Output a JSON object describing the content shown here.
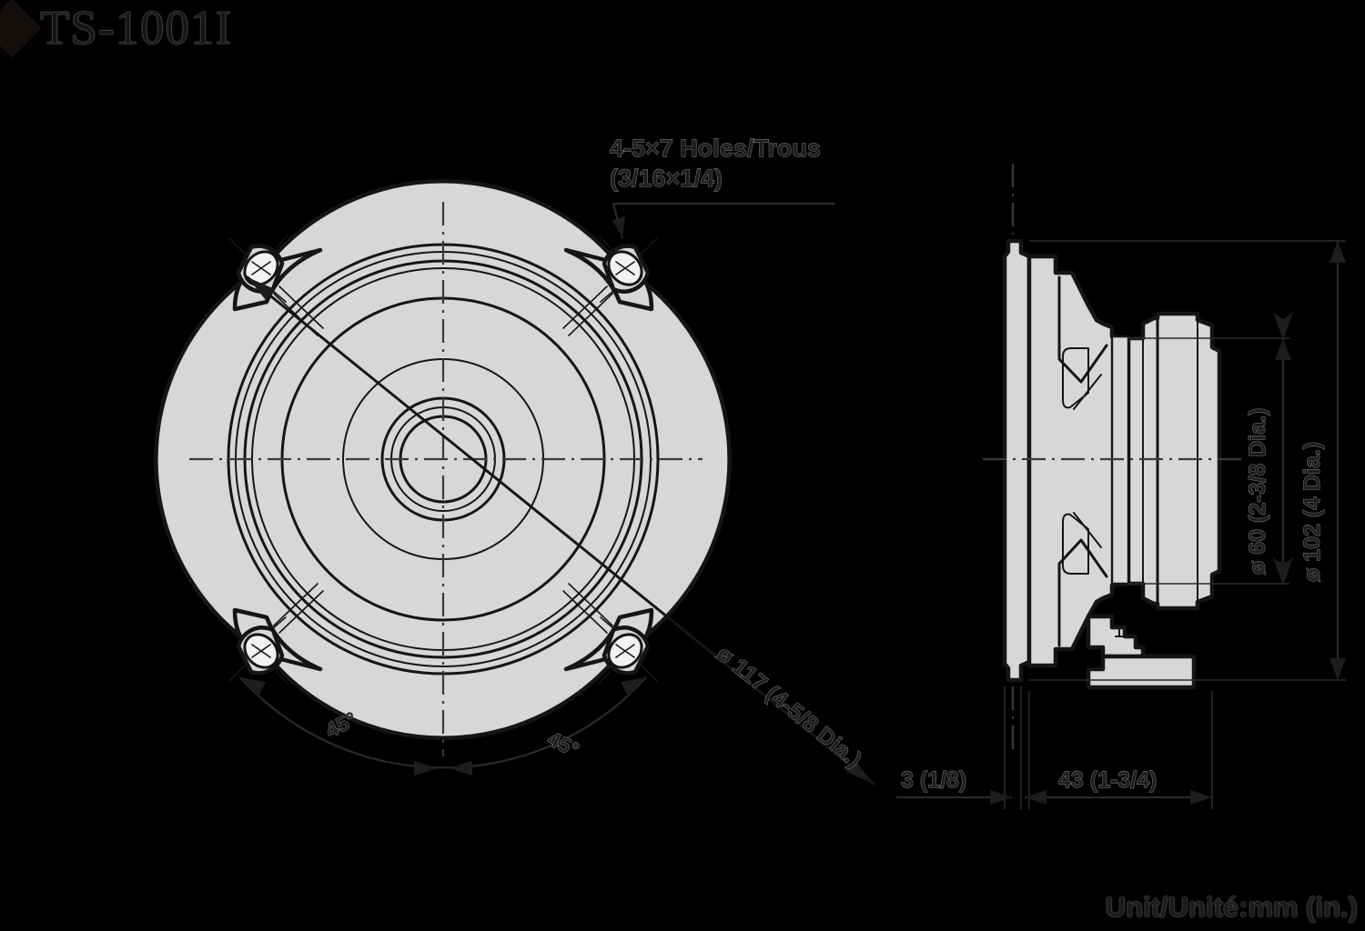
{
  "title": {
    "bullet_icon": "diamond-bullet-icon",
    "model": "TS-1001I"
  },
  "unit_note": "Unit/Unité:mm (in.)",
  "callouts": {
    "holes_line1": "4-5×7 Holes/Trous",
    "holes_line2": "(3/16×1/4)"
  },
  "dimensions": {
    "diagonal_bolt_circle": "ø 117 (4-5/8 Dia.)",
    "cone_diameter": "ø 60 (2-3/8 Dia.)",
    "outer_diameter": "ø 102 (4 Dia.)",
    "front_depth": "3 (1/8)",
    "body_depth": "43 (1-3/4)",
    "angle_left": "45°",
    "angle_right": "45°"
  },
  "colors": {
    "background": "#000000",
    "ink": "#151515",
    "body_fill": "#d7d7d7",
    "dimension": "#2a2a2a",
    "centerline": "#3a3a3a"
  },
  "views": {
    "front_view_label": "front-view",
    "side_view_label": "side-section-view"
  }
}
